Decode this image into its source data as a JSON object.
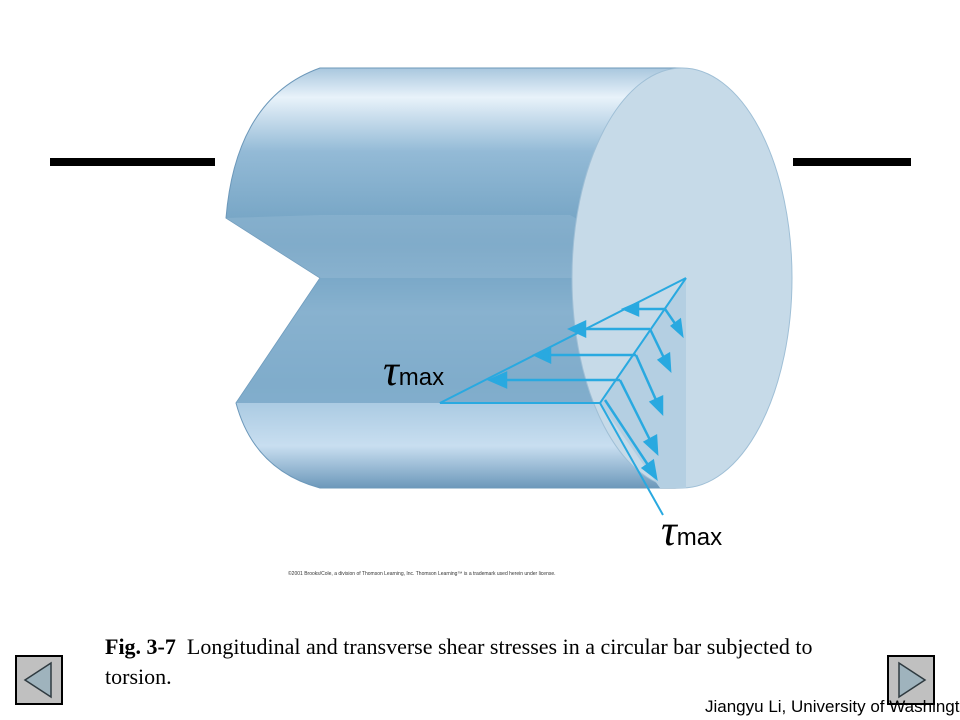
{
  "figure": {
    "label_tau_left_symbol": "τ",
    "label_tau_left_sub": "max",
    "label_tau_bottom_symbol": "τ",
    "label_tau_bottom_sub": "max",
    "copyright": "©2001 Brooks/Cole, a division of Thomson Learning, Inc.  Thomson Learning™ is a trademark used herein under license."
  },
  "caption": {
    "fig_number": "Fig. 3-7",
    "text": "Longitudinal and transverse shear stresses in a circular bar subjected to torsion."
  },
  "navigation": {
    "prev_icon": "triangle-left-icon",
    "next_icon": "triangle-right-icon"
  },
  "footer": {
    "author": "Jiangyu Li, University of Washington"
  },
  "colors": {
    "arrow_blue": "#29a9e0",
    "cylinder_dark": "#6e9fc0",
    "cylinder_light": "#dcebf6",
    "end_face": "#c6dae8"
  }
}
